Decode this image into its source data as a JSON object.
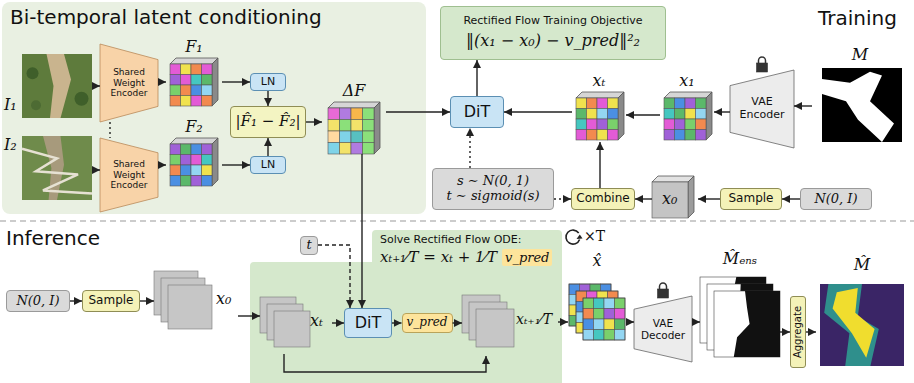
{
  "diagram": {
    "nodes": [
      {
        "text": [
          "Bi-temporal latent conditioning"
        ]
      },
      {
        "text": [
          "I₁"
        ],
        "in": 0
      },
      {
        "text": [
          "I₂"
        ],
        "in": 0
      },
      {
        "text": [
          "Shared Weight Encoder"
        ],
        "in": 0
      },
      {
        "text": [
          "Shared Weight Encoder"
        ],
        "in": 0
      },
      {
        "text": [
          "F₁"
        ],
        "in": 0
      },
      {
        "text": [
          "F₂"
        ],
        "in": 0
      },
      {
        "text": [
          "LN"
        ],
        "in": 0
      },
      {
        "text": [
          "LN"
        ],
        "in": 0
      },
      {
        "text": [
          "|F̂₁ − F̂₂|"
        ],
        "in": 0
      },
      {
        "text": [
          "ΔF"
        ],
        "in": 0
      },
      {
        "text": [
          "Rectified Flow Training Objective",
          "‖(x₁ − x₀) − v_pred‖²₂"
        ]
      },
      {
        "text": [
          "DiT"
        ]
      },
      {
        "text": [
          "xₜ"
        ]
      },
      {
        "text": [
          "x₁"
        ]
      },
      {
        "text": [
          "VAE Encoder"
        ]
      },
      {
        "text": [
          "M"
        ]
      },
      {
        "text": [
          "s ∼ N(0, 1)",
          "t ∼ sigmoid(s)"
        ]
      },
      {
        "text": [
          "Combine"
        ]
      },
      {
        "text": [
          "x₀"
        ]
      },
      {
        "text": [
          "Sample"
        ]
      },
      {
        "text": [
          "N(0, I)"
        ]
      },
      {
        "text": [
          "N(0, I)"
        ]
      },
      {
        "text": [
          "Sample"
        ]
      },
      {
        "text": [
          "x₀"
        ]
      },
      {
        "text": [
          "t"
        ]
      },
      {
        "text": [
          "Solve Rectified Flow ODE:",
          "xₜ₊₁⁄T = xₜ + 1⁄T",
          "v_pred"
        ]
      },
      {
        "text": [
          "xₜ"
        ],
        "in": 26
      },
      {
        "text": [
          "DiT"
        ],
        "in": 26
      },
      {
        "text": [
          "v_pred"
        ],
        "in": 26
      },
      {
        "text": [
          "xₜ₊₁⁄T"
        ],
        "in": 26
      },
      {
        "text": [
          "x̂"
        ]
      },
      {
        "text": [
          "VAE Decoder"
        ]
      },
      {
        "text": [
          "M̂ₑₙₛ"
        ]
      },
      {
        "text": [
          "Aggregate"
        ]
      },
      {
        "text": [
          "M̂"
        ]
      }
    ],
    "edges": [
      {
        "from": 1,
        "to": 3,
        "arrow": "to"
      },
      {
        "from": 2,
        "to": 4,
        "arrow": "to"
      },
      {
        "from": 3,
        "to": 4,
        "arrow": "none"
      },
      {
        "from": 3,
        "to": 5,
        "arrow": "to"
      },
      {
        "from": 4,
        "to": 6,
        "arrow": "to"
      },
      {
        "from": 5,
        "to": 7,
        "arrow": "to"
      },
      {
        "from": 6,
        "to": 8,
        "arrow": "to"
      },
      {
        "from": 7,
        "to": 9,
        "arrow": "to"
      },
      {
        "from": 8,
        "to": 9,
        "arrow": "to"
      },
      {
        "from": 9,
        "to": 10,
        "arrow": "to"
      },
      {
        "from": 10,
        "to": 12,
        "arrow": "to"
      },
      {
        "from": 12,
        "to": 11,
        "arrow": "to"
      },
      {
        "from": 14,
        "to": 13,
        "arrow": "to"
      },
      {
        "from": 13,
        "to": 12,
        "arrow": "to"
      },
      {
        "from": 15,
        "to": 14,
        "arrow": "to"
      },
      {
        "from": 16,
        "to": 15,
        "arrow": "to"
      },
      {
        "from": 21,
        "to": 20,
        "arrow": "to"
      },
      {
        "from": 20,
        "to": 19,
        "arrow": "to"
      },
      {
        "from": 19,
        "to": 18,
        "arrow": "to"
      },
      {
        "from": 18,
        "to": 13,
        "arrow": "to"
      },
      {
        "from": 17,
        "to": 18,
        "arrow": "to"
      },
      {
        "from": 17,
        "to": 12,
        "arrow": "to"
      },
      {
        "from": 10,
        "to": 28,
        "arrow": "to"
      },
      {
        "from": 22,
        "to": 23,
        "arrow": "to"
      },
      {
        "from": 23,
        "to": 24,
        "arrow": "to"
      },
      {
        "from": 24,
        "to": 27,
        "arrow": "to"
      },
      {
        "from": 25,
        "to": 28,
        "arrow": "to"
      },
      {
        "from": 27,
        "to": 28,
        "arrow": "to"
      },
      {
        "from": 28,
        "to": 29,
        "arrow": "to"
      },
      {
        "from": 29,
        "to": 30,
        "arrow": "to"
      },
      {
        "from": 27,
        "to": 30,
        "arrow": "to"
      },
      {
        "from": 30,
        "to": 31,
        "arrow": "to"
      },
      {
        "from": 31,
        "to": 32,
        "arrow": "to"
      },
      {
        "from": 32,
        "to": 33,
        "arrow": "to"
      },
      {
        "from": 33,
        "to": 34,
        "arrow": "to"
      },
      {
        "from": 34,
        "to": 35,
        "arrow": "to"
      }
    ],
    "labels": [
      "Training",
      "Inference",
      "×T"
    ]
  }
}
